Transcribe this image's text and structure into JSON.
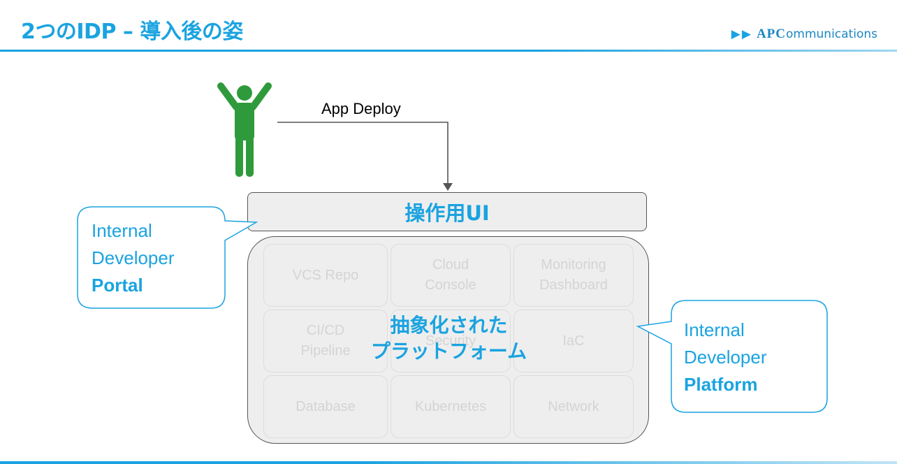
{
  "header": {
    "title": "2つのIDP – 導入後の姿",
    "logo_arrows": "▶▶",
    "logo_bold": "APC",
    "logo_rest": "ommunications"
  },
  "diagram": {
    "person_icon": "person-arms-up-icon",
    "person_color": "#2e9a3c",
    "deploy_label": "App Deploy",
    "ui_bar_label": "操作用UI",
    "platform_cells": [
      "VCS Repo",
      "Cloud\nConsole",
      "Monitoring\nDashboard",
      "CI/CD\nPipeline",
      "Security",
      "IaC",
      "Database",
      "Kubernetes",
      "Network"
    ],
    "platform_overlay": "抽象化された\nプラットフォーム",
    "portal_callout": {
      "line1": "Internal",
      "line2": "Developer",
      "line3": "Portal"
    },
    "platform_callout": {
      "line1": "Internal",
      "line2": "Developer",
      "line3": "Platform"
    }
  },
  "colors": {
    "accent": "#1aa3e0",
    "box_fill": "#eeeeee",
    "cell_text": "#d4d4d4"
  }
}
